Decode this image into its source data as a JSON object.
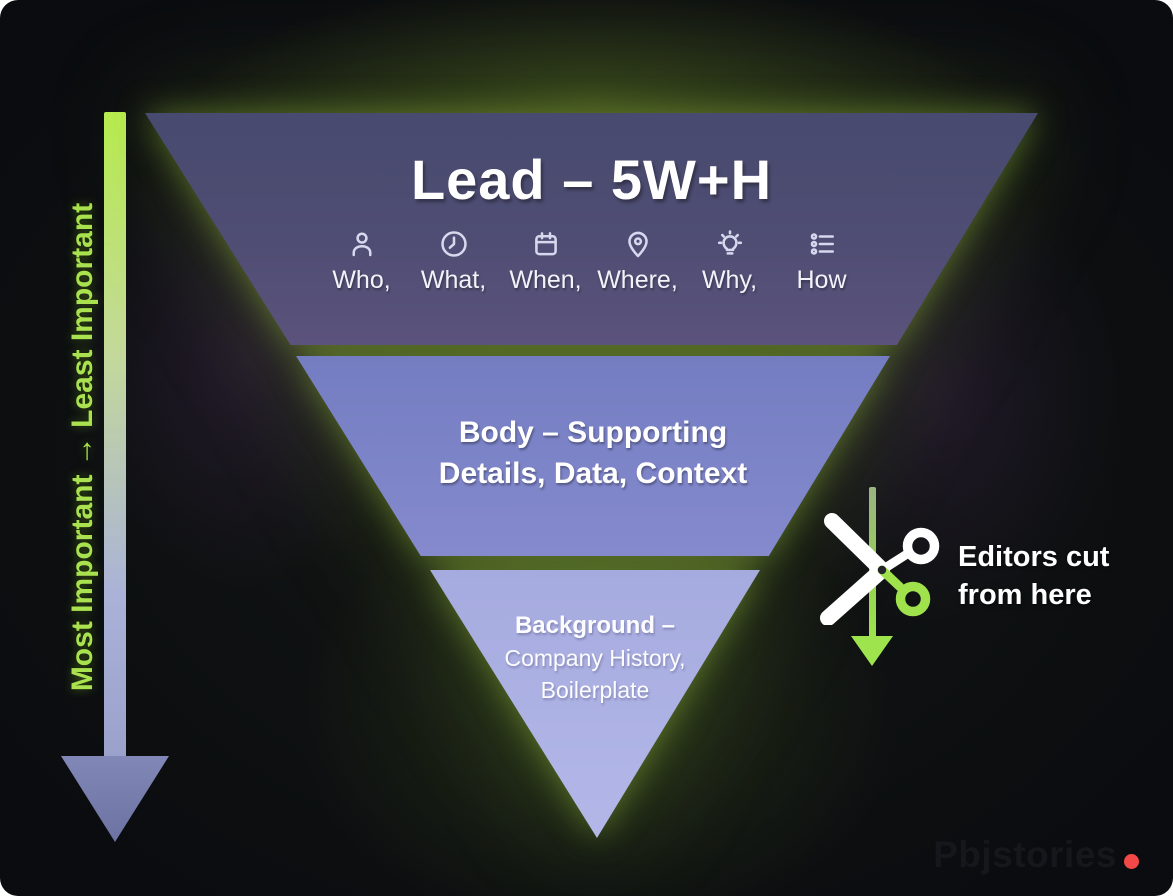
{
  "colors": {
    "accent_green": "#a9e24e",
    "lead_fill": "#4e4f74",
    "body_fill": "#7d84c8",
    "background_fill": "#adb2e4",
    "axis_arrow_slate": "#767cab",
    "watermark_dot_red": "#f24848",
    "text_white": "#ffffff"
  },
  "left_axis": {
    "label": "Most Important → Least Important"
  },
  "pyramid": {
    "lead": {
      "title": "Lead – 5W+H",
      "items": [
        {
          "icon": "person-icon",
          "label": "Who,"
        },
        {
          "icon": "clock-icon",
          "label": "What,"
        },
        {
          "icon": "calendar-icon",
          "label": "When,"
        },
        {
          "icon": "location-pin-icon",
          "label": "Where,"
        },
        {
          "icon": "lightbulb-icon",
          "label": "Why,"
        },
        {
          "icon": "list-icon",
          "label": "How"
        }
      ]
    },
    "body": {
      "line1": "Body – Supporting",
      "line2": "Details, Data, Context"
    },
    "background": {
      "title": "Background –",
      "line1": "Company History,",
      "line2": "Boilerplate"
    }
  },
  "editor_note": {
    "line1": "Editors cut",
    "line2": "from here"
  },
  "watermark": {
    "text": "Pbjstories"
  }
}
